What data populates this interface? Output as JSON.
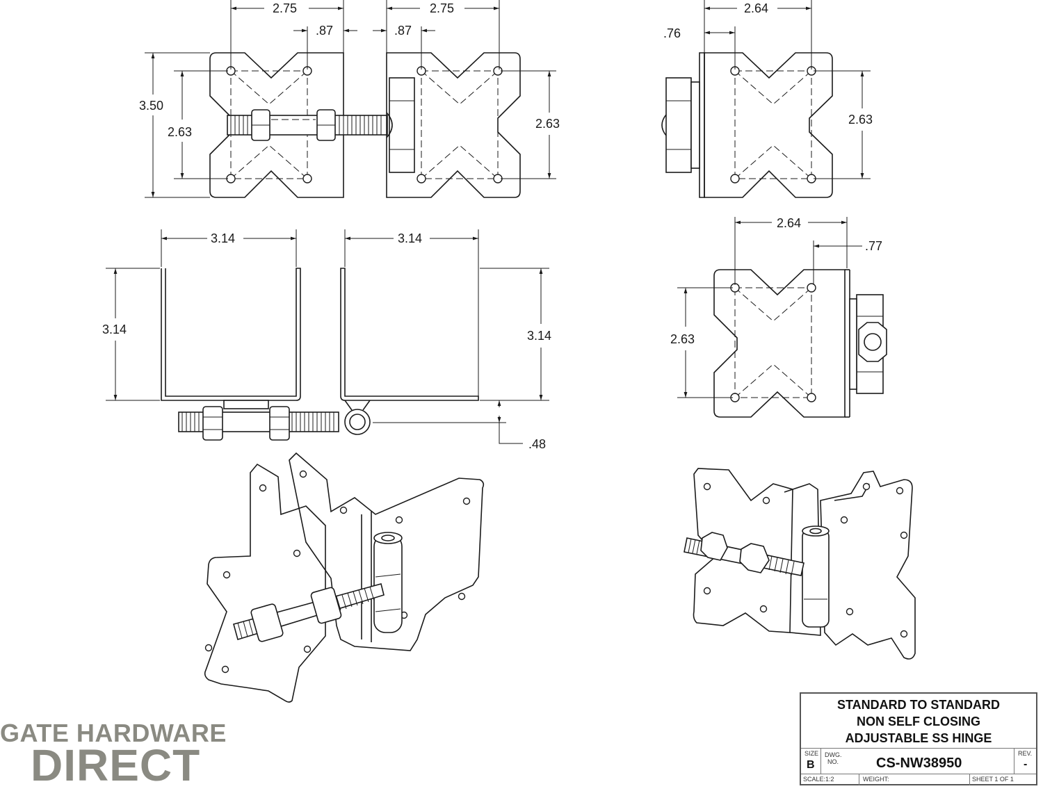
{
  "dimensions": {
    "top_left_width": "2.75",
    "top_left_offset": ".87",
    "top_mid_width": "2.75",
    "top_mid_offset": ".87",
    "top_left_height_outer": "3.50",
    "top_left_height_inner": "2.63",
    "top_mid_height": "2.63",
    "top_right_width": "2.64",
    "top_right_offset": ".76",
    "top_right_height": "2.63",
    "mid_left_width": "3.14",
    "mid_left_height": "3.14",
    "mid_center_width": "3.14",
    "mid_center_height": "3.14",
    "mid_gap": ".48",
    "mid_right_width": "2.64",
    "mid_right_offset": ".77",
    "mid_right_height": "2.63"
  },
  "logo": {
    "line1": "GATE HARDWARE",
    "line2": "DIRECT"
  },
  "title_block": {
    "title_line1": "STANDARD TO STANDARD",
    "title_line2": "NON SELF CLOSING",
    "title_line3": "ADJUSTABLE SS HINGE",
    "size_label": "SIZE",
    "size_value": "B",
    "dwg_label1": "DWG.",
    "dwg_label2": "NO.",
    "dwg_number": "CS-NW38950",
    "rev_label": "REV.",
    "rev_value": "-",
    "scale": "SCALE:1:2",
    "weight": "WEIGHT:",
    "sheet": "SHEET 1 OF 1"
  },
  "colors": {
    "line": "#1a1a1a",
    "logo": "#8a8a82"
  }
}
